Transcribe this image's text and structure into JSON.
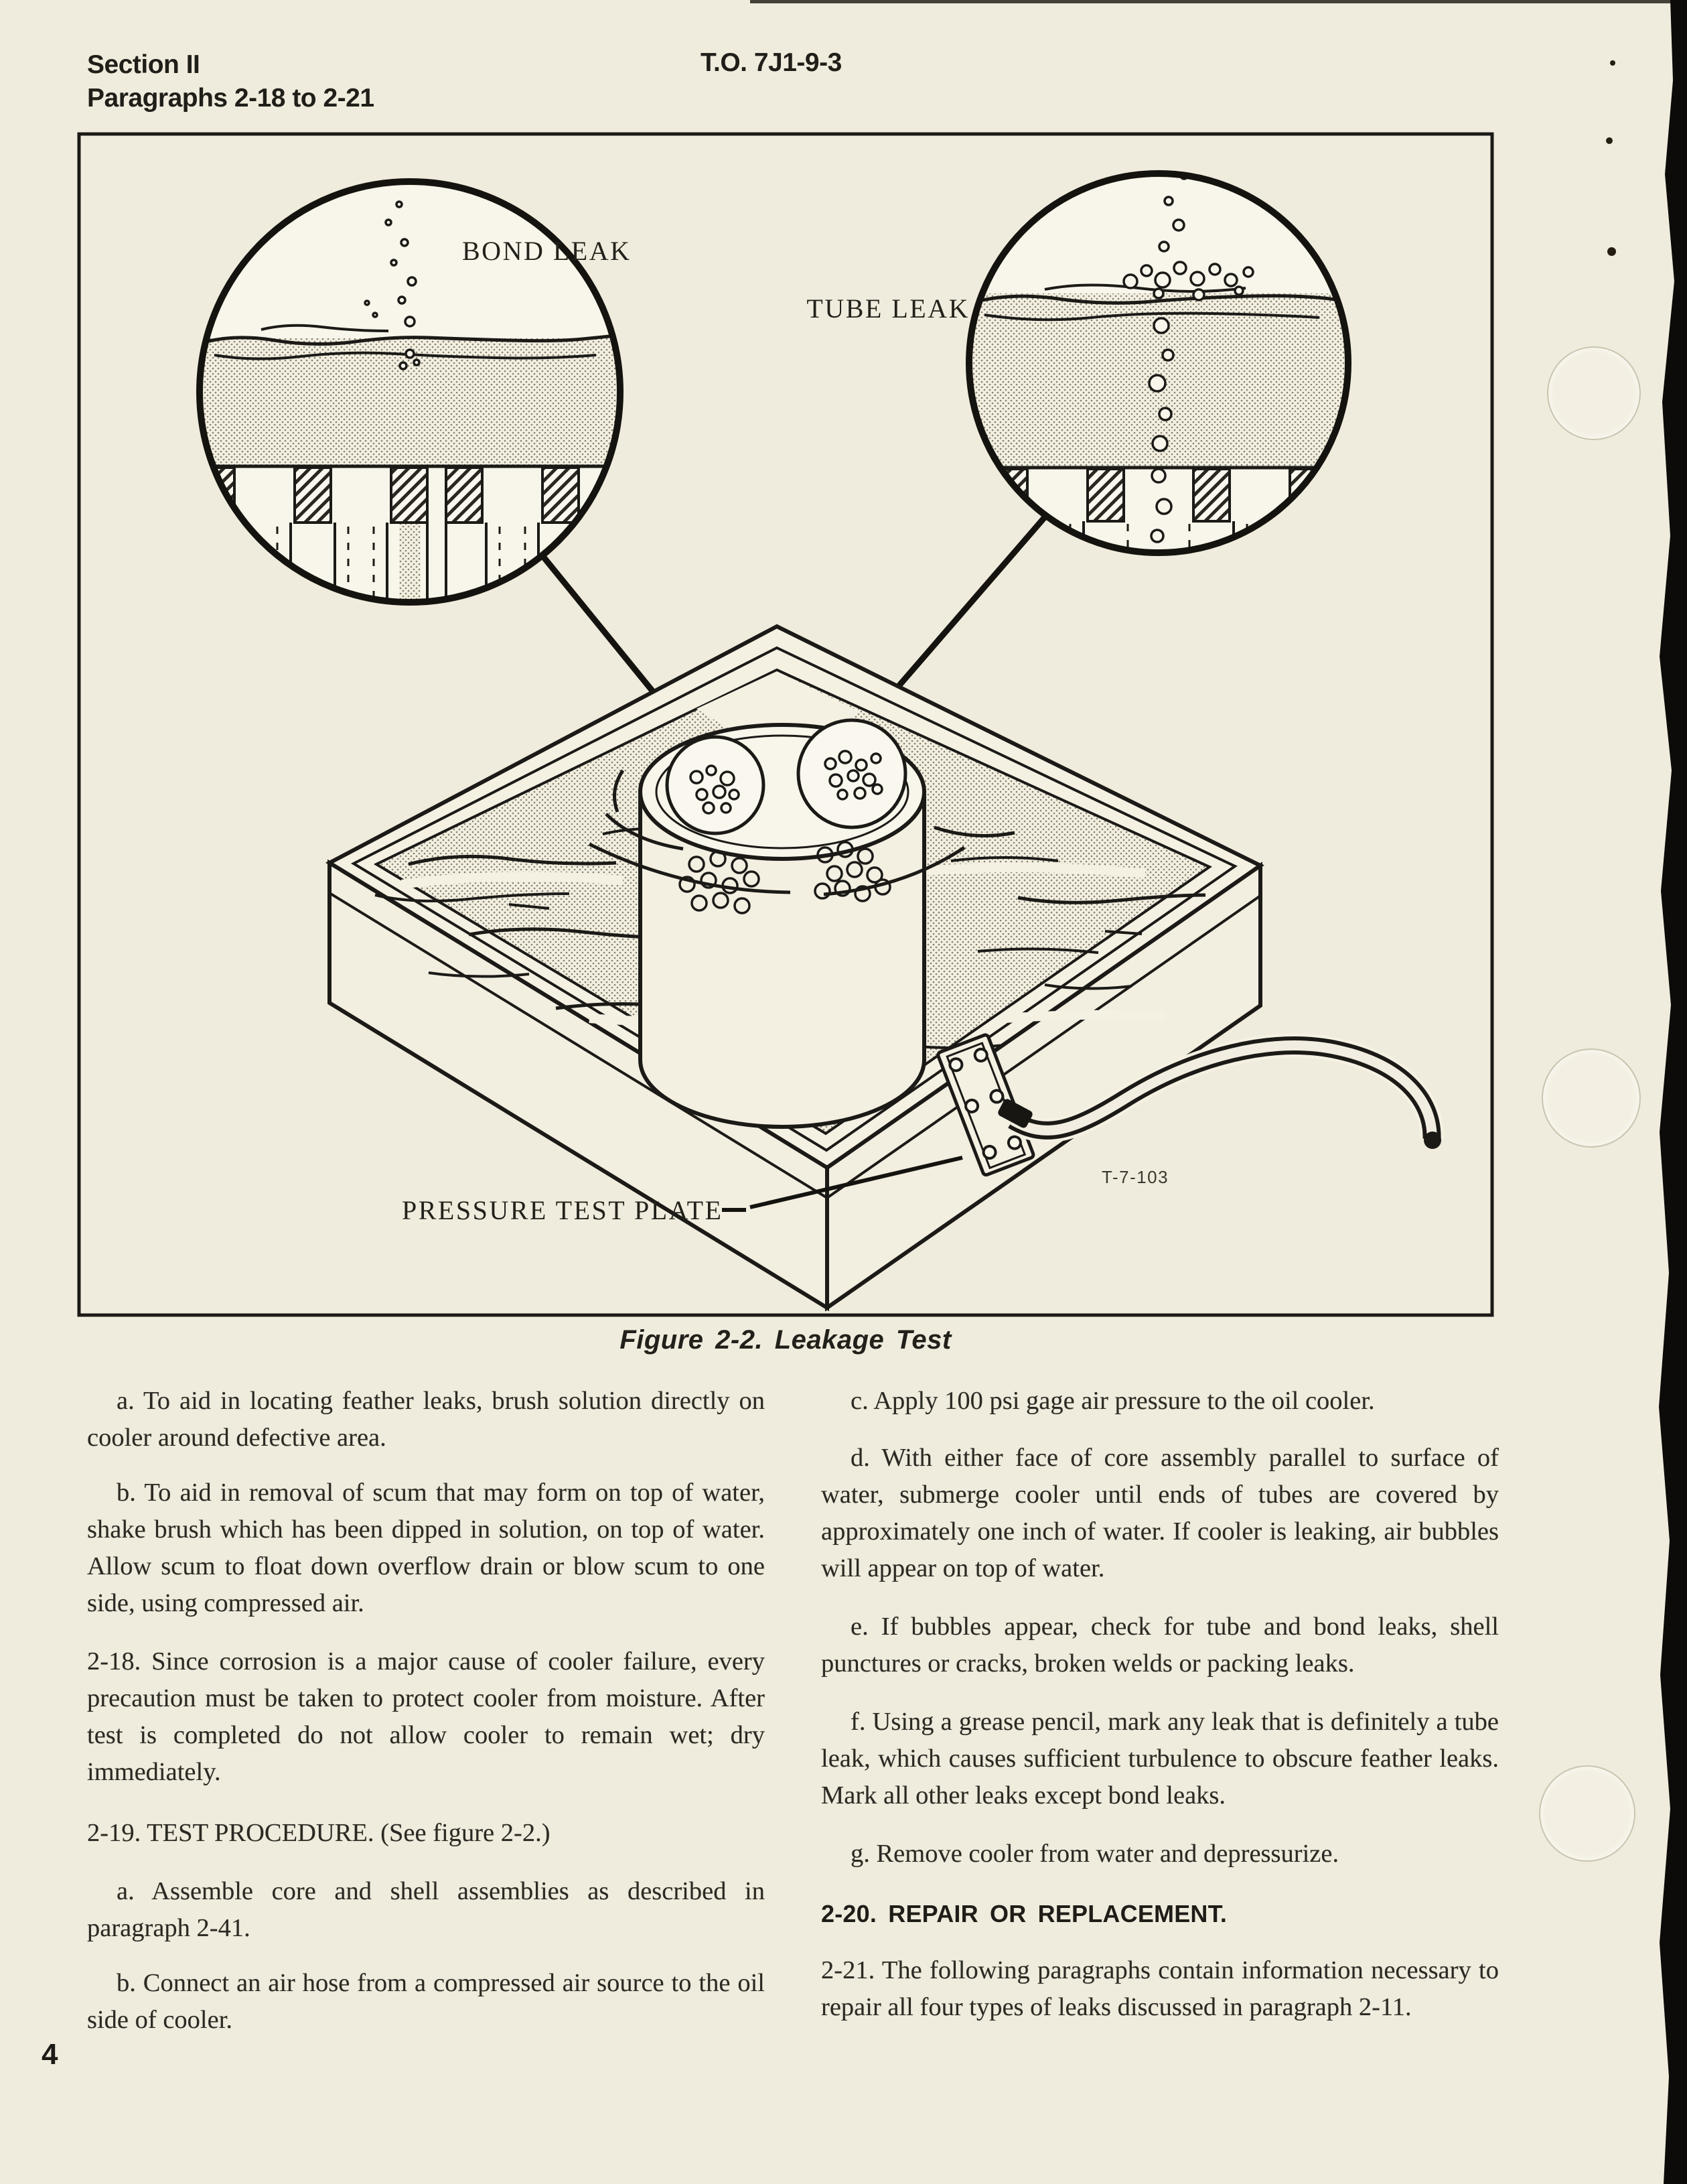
{
  "header": {
    "section_line1": "Section II",
    "section_line2": "Paragraphs 2-18 to 2-21",
    "to_number": "T.O. 7J1-9-3"
  },
  "figure": {
    "caption": "Figure 2-2. Leakage Test",
    "labels": {
      "bond_leak": "BOND LEAK",
      "tube_leak": "TUBE LEAK",
      "pressure_test_plate": "PRESSURE TEST PLATE",
      "drawing_number": "T-7-103"
    }
  },
  "columns": {
    "left": [
      {
        "text": "a. To aid in locating feather leaks, brush solution directly on cooler around defective area."
      },
      {
        "text": "b. To aid in removal of scum that may form on top of water, shake brush which has been dipped in solution, on top of water. Allow scum to float down overflow drain or blow scum to one side, using compressed air."
      },
      {
        "text": "2-18. Since corrosion is a major cause of cooler failure, every precaution must be taken to protect cooler from moisture. After test is completed do not allow cooler to remain wet; dry immediately."
      },
      {
        "text": "2-19. TEST PROCEDURE. (See figure 2-2.)"
      },
      {
        "text": "a. Assemble core and shell assemblies as described in paragraph 2-41."
      },
      {
        "text": "b. Connect an air hose from a compressed air source to the oil side of cooler."
      }
    ],
    "right": [
      {
        "text": "c. Apply 100 psi gage air pressure to the oil cooler."
      },
      {
        "text": "d. With either face of core assembly parallel to surface of water, submerge cooler until ends of tubes are covered by approximately one inch of water. If cooler is leaking, air bubbles will appear on top of water."
      },
      {
        "text": "e. If bubbles appear, check for tube and bond leaks, shell punctures or cracks, broken welds or packing leaks."
      },
      {
        "text": "f. Using a grease pencil, mark any leak that is definitely a tube leak, which causes sufficient turbulence to obscure feather leaks. Mark all other leaks except bond leaks."
      },
      {
        "text": "g. Remove cooler from water and depressurize."
      },
      {
        "text": "2-20. REPAIR OR REPLACEMENT."
      },
      {
        "text": "2-21. The following paragraphs contain information necessary to repair all four types of leaks discussed in paragraph 2-11."
      }
    ]
  },
  "page_number": "4",
  "colors": {
    "paper": "#f0ecdd",
    "ink": "#2b2923",
    "line": "#1b1a17"
  }
}
